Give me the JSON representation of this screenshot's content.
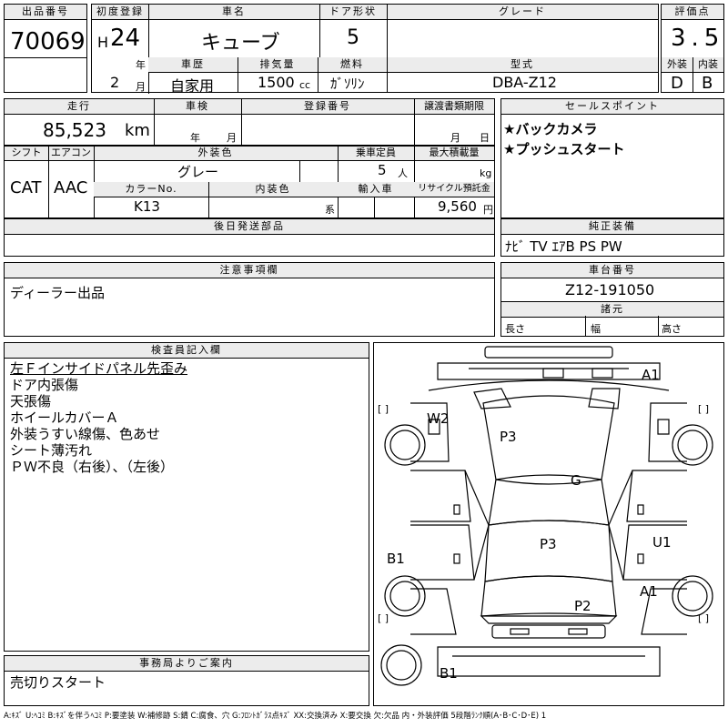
{
  "header_labels": {
    "lot_no": "出品番号",
    "first_reg": "初度登録",
    "car_name": "車名",
    "door": "ドア形状",
    "grade": "グレード",
    "score": "評価点",
    "history": "車歴",
    "displacement": "排気量",
    "fuel": "燃料",
    "model": "型式",
    "exterior": "外装",
    "interior": "内装",
    "year_unit": "年",
    "month_unit": "月",
    "cc_unit": "cc"
  },
  "lot_no": "70069",
  "era": "H",
  "year": "24",
  "month": "2",
  "car_name": "キューブ",
  "door": "5",
  "grade": "",
  "score": "3.5",
  "history": "自家用",
  "displacement": "1500",
  "fuel": "ｶﾞｿﾘﾝ",
  "model": "DBA-Z12",
  "exterior_grade": "D",
  "interior_grade": "B",
  "row2_labels": {
    "mileage": "走行",
    "inspection": "車検",
    "reg_no": "登録番号",
    "docs": "譲渡書類期限",
    "sales": "セールスポイント",
    "km_unit": "km",
    "year_unit": "年",
    "month_unit": "月"
  },
  "mileage": "85,523",
  "sales_points": [
    "★バックカメラ",
    "★プッシュスタート"
  ],
  "row3_labels": {
    "shift": "シフト",
    "aircon": "エアコン",
    "ext_color": "外装色",
    "capacity": "乗車定員",
    "max_load": "最大積載量",
    "color_no": "カラーNo.",
    "int_color": "内装色",
    "import": "輸入車",
    "recycle": "リサイクル預託金",
    "person_unit": "人",
    "kg_unit": "kg",
    "series_unit": "系",
    "yen_unit": "円"
  },
  "shift": "CAT",
  "aircon": "AAC",
  "ext_color": "グレー",
  "capacity": "5",
  "color_no": "K13",
  "recycle": "9,560",
  "later_parts_label": "後日発送部品",
  "equip_label": "純正装備",
  "equipment": "ﾅﾋﾞ TV ｴｱB PS PW",
  "notes_label": "注意事項欄",
  "notes_text": "ディーラー出品",
  "chassis_label": "車台番号",
  "chassis_no": "Z12-191050",
  "dims_label": "諸元",
  "dims": {
    "length": "長さ",
    "width": "幅",
    "height": "高さ"
  },
  "inspector_label": "検査員記入欄",
  "inspector_lines": [
    "左Ｆインサイドパネル先歪み",
    "ドア内張傷",
    "天張傷",
    "ホイールカバーＡ",
    "外装うすい線傷、色あせ",
    "シート薄汚れ",
    "ＰＷ不良（右後）、（左後）"
  ],
  "office_label": "事務局よりご案内",
  "office_text": "売切りスタート",
  "diagram_marks": {
    "a1_top": "A1",
    "w2": "W2",
    "p3_front": "P3",
    "g": "G",
    "p3_mid": "P3",
    "u1": "U1",
    "b1_left": "B1",
    "a1_right": "A1",
    "p2": "P2",
    "b1_bottom": "B1"
  },
  "bracket": "[ ]",
  "legend": "A:ｷｽﾞ U:ﾍｺﾐ B:ｷｽﾞを伴うﾍｺﾐ P:要塗装 W:補修跡 S:錆 C:腐食、穴 G:ﾌﾛﾝﾄｶﾞﾗｽ点ｷｽﾞ XX:交換済み X:要交換 欠:欠品 内・外装評価 5段階ﾗﾝｸ順(A･B･C･D･E) 1"
}
